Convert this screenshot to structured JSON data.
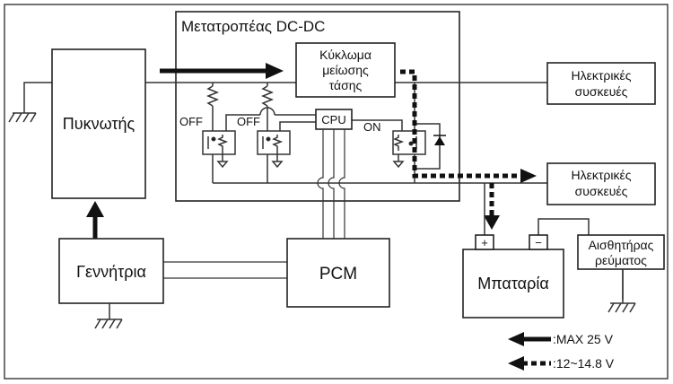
{
  "converter": {
    "title": "Μετατροπέας DC-DC"
  },
  "reducer": {
    "line1": "Κύκλωμα",
    "line2": "μείωσης",
    "line3": "τάσης"
  },
  "capacitor": {
    "label": "Πυκνωτής"
  },
  "generator": {
    "label": "Γεννήτρια"
  },
  "pcm": {
    "label": "PCM"
  },
  "cpu": {
    "label": "CPU"
  },
  "battery": {
    "label": "Μπαταρία",
    "plus": "+",
    "minus": "−"
  },
  "sensor": {
    "line1": "Αισθητήρας",
    "line2": "ρεύματος"
  },
  "devices_top": {
    "line1": "Ηλεκτρικές",
    "line2": "συσκευές"
  },
  "devices_mid": {
    "line1": "Ηλεκτρικές",
    "line2": "συσκευές"
  },
  "switches": {
    "off1": "OFF",
    "off2": "OFF",
    "on": "ON"
  },
  "legend": {
    "solid": ":MAX 25 V",
    "dashed": ":12~14.8 V"
  },
  "colors": {
    "line": "#333333",
    "text": "#111111",
    "background": "#ffffff"
  }
}
